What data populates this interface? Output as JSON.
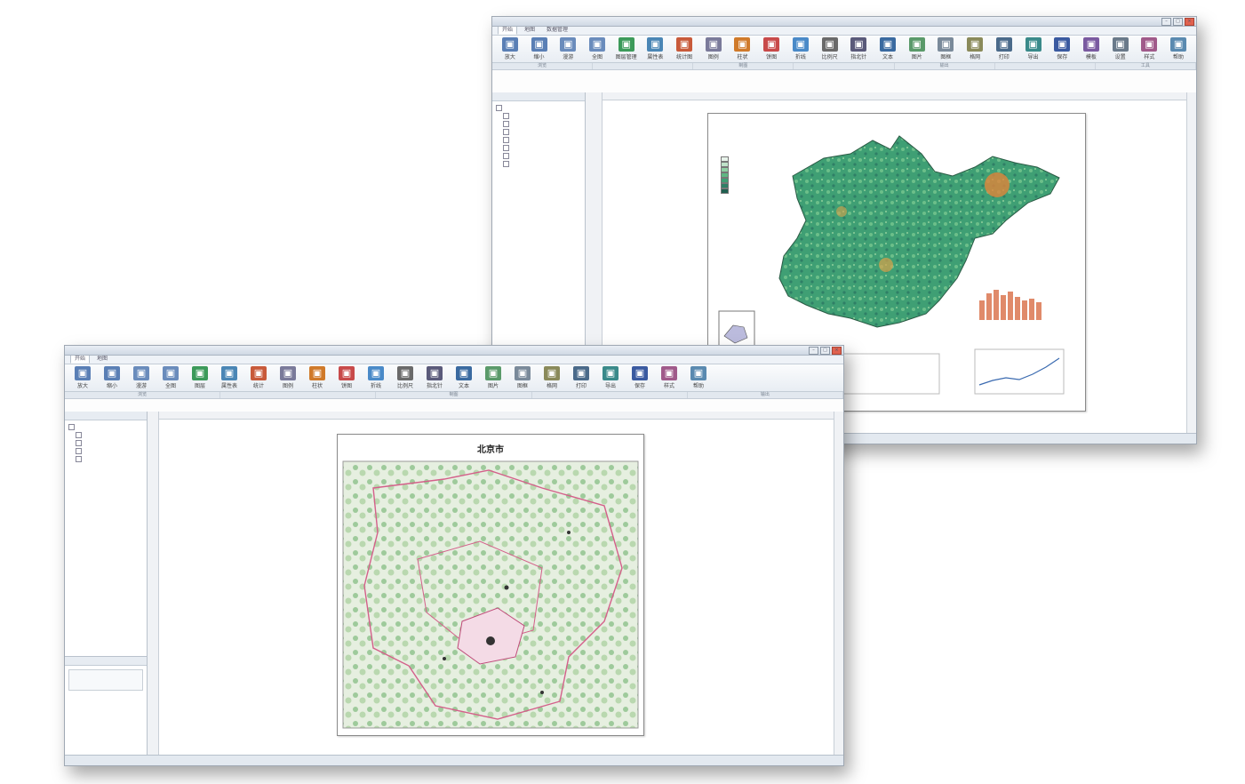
{
  "back_window": {
    "title": "",
    "tabs": [
      "开始",
      "地图",
      "数据管理"
    ],
    "ribbon": [
      {
        "icon": "magnifier-icon",
        "label": "放大",
        "color": "#5a7fb5"
      },
      {
        "icon": "magnifier-icon",
        "label": "缩小",
        "color": "#5a7fb5"
      },
      {
        "icon": "hand-icon",
        "label": "漫游",
        "color": "#6a8cbc"
      },
      {
        "icon": "full-extent-icon",
        "label": "全图",
        "color": "#6a8cbc"
      },
      {
        "icon": "layer-icon",
        "label": "图层管理",
        "color": "#3c9a5a"
      },
      {
        "icon": "table-icon",
        "label": "属性表",
        "color": "#4a86b5"
      },
      {
        "icon": "chart-icon",
        "label": "统计图",
        "color": "#c85a3a"
      },
      {
        "icon": "legend-icon",
        "label": "图例",
        "color": "#7a7a9a"
      },
      {
        "icon": "bar-chart-icon",
        "label": "柱状",
        "color": "#d07a2a"
      },
      {
        "icon": "pie-chart-icon",
        "label": "饼图",
        "color": "#c84a4a"
      },
      {
        "icon": "line-chart-icon",
        "label": "折线",
        "color": "#4a8ac8"
      },
      {
        "icon": "scale-icon",
        "label": "比例尺",
        "color": "#6a6a6a"
      },
      {
        "icon": "north-arrow-icon",
        "label": "指北针",
        "color": "#5a5a7a"
      },
      {
        "icon": "text-icon",
        "label": "文本",
        "color": "#3a6aa0"
      },
      {
        "icon": "image-icon",
        "label": "图片",
        "color": "#5a9a6a"
      },
      {
        "icon": "frame-icon",
        "label": "图框",
        "color": "#7a8a9a"
      },
      {
        "icon": "grid-icon",
        "label": "格网",
        "color": "#8a8a5a"
      },
      {
        "icon": "print-icon",
        "label": "打印",
        "color": "#4a6a8a"
      },
      {
        "icon": "export-icon",
        "label": "导出",
        "color": "#3a8a8a"
      },
      {
        "icon": "save-icon",
        "label": "保存",
        "color": "#3a5aa0"
      },
      {
        "icon": "template-icon",
        "label": "模板",
        "color": "#7a5aa0"
      },
      {
        "icon": "settings-icon",
        "label": "设置",
        "color": "#6a7a8a"
      },
      {
        "icon": "brush-icon",
        "label": "样式",
        "color": "#a05a8a"
      },
      {
        "icon": "help-icon",
        "label": "帮助",
        "color": "#5a8ab0"
      }
    ],
    "groups": [
      "浏览",
      "",
      "制图",
      "",
      "输出",
      "",
      "工具"
    ],
    "panel_title": "",
    "tree": [
      "",
      "",
      "",
      "",
      "",
      "",
      "",
      ""
    ],
    "map_title": "",
    "status": ""
  },
  "front_window": {
    "title": "",
    "tabs": [
      "开始",
      "地图"
    ],
    "ribbon": [
      {
        "icon": "magnifier-icon",
        "label": "放大",
        "color": "#5a7fb5"
      },
      {
        "icon": "magnifier-icon",
        "label": "缩小",
        "color": "#5a7fb5"
      },
      {
        "icon": "hand-icon",
        "label": "漫游",
        "color": "#6a8cbc"
      },
      {
        "icon": "full-extent-icon",
        "label": "全图",
        "color": "#6a8cbc"
      },
      {
        "icon": "layer-icon",
        "label": "图层",
        "color": "#3c9a5a"
      },
      {
        "icon": "table-icon",
        "label": "属性表",
        "color": "#4a86b5"
      },
      {
        "icon": "chart-icon",
        "label": "统计",
        "color": "#c85a3a"
      },
      {
        "icon": "legend-icon",
        "label": "图例",
        "color": "#7a7a9a"
      },
      {
        "icon": "bar-chart-icon",
        "label": "柱状",
        "color": "#d07a2a"
      },
      {
        "icon": "pie-chart-icon",
        "label": "饼图",
        "color": "#c84a4a"
      },
      {
        "icon": "line-chart-icon",
        "label": "折线",
        "color": "#4a8ac8"
      },
      {
        "icon": "scale-icon",
        "label": "比例尺",
        "color": "#6a6a6a"
      },
      {
        "icon": "north-arrow-icon",
        "label": "指北针",
        "color": "#5a5a7a"
      },
      {
        "icon": "text-icon",
        "label": "文本",
        "color": "#3a6aa0"
      },
      {
        "icon": "image-icon",
        "label": "图片",
        "color": "#5a9a6a"
      },
      {
        "icon": "frame-icon",
        "label": "图框",
        "color": "#7a8a9a"
      },
      {
        "icon": "grid-icon",
        "label": "格网",
        "color": "#8a8a5a"
      },
      {
        "icon": "print-icon",
        "label": "打印",
        "color": "#4a6a8a"
      },
      {
        "icon": "export-icon",
        "label": "导出",
        "color": "#3a8a8a"
      },
      {
        "icon": "save-icon",
        "label": "保存",
        "color": "#3a5aa0"
      },
      {
        "icon": "brush-icon",
        "label": "样式",
        "color": "#a05a8a"
      },
      {
        "icon": "help-icon",
        "label": "帮助",
        "color": "#5a8ab0"
      }
    ],
    "groups": [
      "浏览",
      "",
      "制图",
      "",
      "输出"
    ],
    "panel_title": "",
    "tree": [
      "",
      "",
      "",
      "",
      ""
    ],
    "map_title": "北京市",
    "status": ""
  }
}
